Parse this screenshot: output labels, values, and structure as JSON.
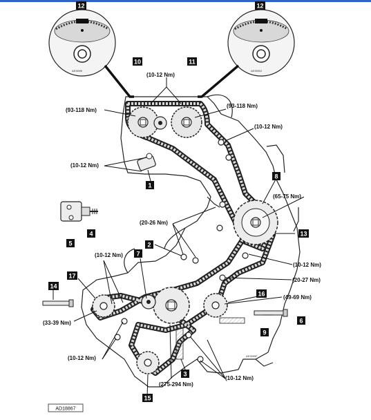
{
  "colors": {
    "accent_bar": "#2f63c8",
    "callout_fill": "#111111",
    "callout_text": "#ffffff"
  },
  "callouts": {
    "c1": "1",
    "c2": "2",
    "c3": "3",
    "c4": "4",
    "c5": "5",
    "c6": "6",
    "c7": "7",
    "c8": "8",
    "c9": "9",
    "c10": "10",
    "c11": "11",
    "c12_left": "12",
    "c12_right": "12",
    "c13": "13",
    "c14": "14",
    "c15": "15",
    "c16": "16",
    "c17": "17"
  },
  "torques": {
    "t_10_12_top": "(10-12 Nm)",
    "t_93_118_left": "(93-118 Nm)",
    "t_93_118_right": "(93-118 Nm)",
    "t_10_12_right_upper": "(10-12 Nm)",
    "t_10_12_left_upper": "(10-12 Nm)",
    "t_65_75": "(65-75 Nm)",
    "t_20_26": "(20-26 Nm)",
    "t_10_12_mid_left": "(10-12 Nm)",
    "t_10_12_right_mid": "(10-12 Nm)",
    "t_20_27": "(20-27 Nm)",
    "t_49_69": "(49-69 Nm)",
    "t_33_39": "(33-39 Nm)",
    "t_10_12_lower_left": "(10-12 Nm)",
    "t_10_12_lower_right": "(10-12 Nm)",
    "t_275_294": "(275-294 Nm)"
  },
  "inset_refs": {
    "left": "AE9599I",
    "right": "AE9599J"
  },
  "drawing_ref": "AD18867",
  "lower_ref": "AE9999F",
  "icons": [
    "timing-mark-icon",
    "sprocket-icon",
    "chain-tensioner-icon",
    "locking-pin-icon"
  ]
}
